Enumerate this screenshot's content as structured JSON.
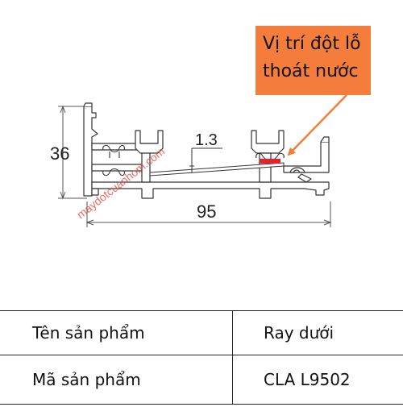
{
  "callout": {
    "line1": "Vị trí đột lỗ",
    "line2": "thoát nước",
    "bg_color": "#f47d3c"
  },
  "drawing": {
    "height_dim": "36",
    "width_dim": "95",
    "thickness_dim": "1.3",
    "watermark": "maydotcuanhom.com",
    "marker_color": "#e8202a",
    "arrow_color": "#f47d3c"
  },
  "table": {
    "rows": [
      {
        "label": "Tên sản phẩm",
        "value": "Ray dưới"
      },
      {
        "label": "Mã sản phẩm",
        "value": "CLA L9502"
      }
    ]
  }
}
